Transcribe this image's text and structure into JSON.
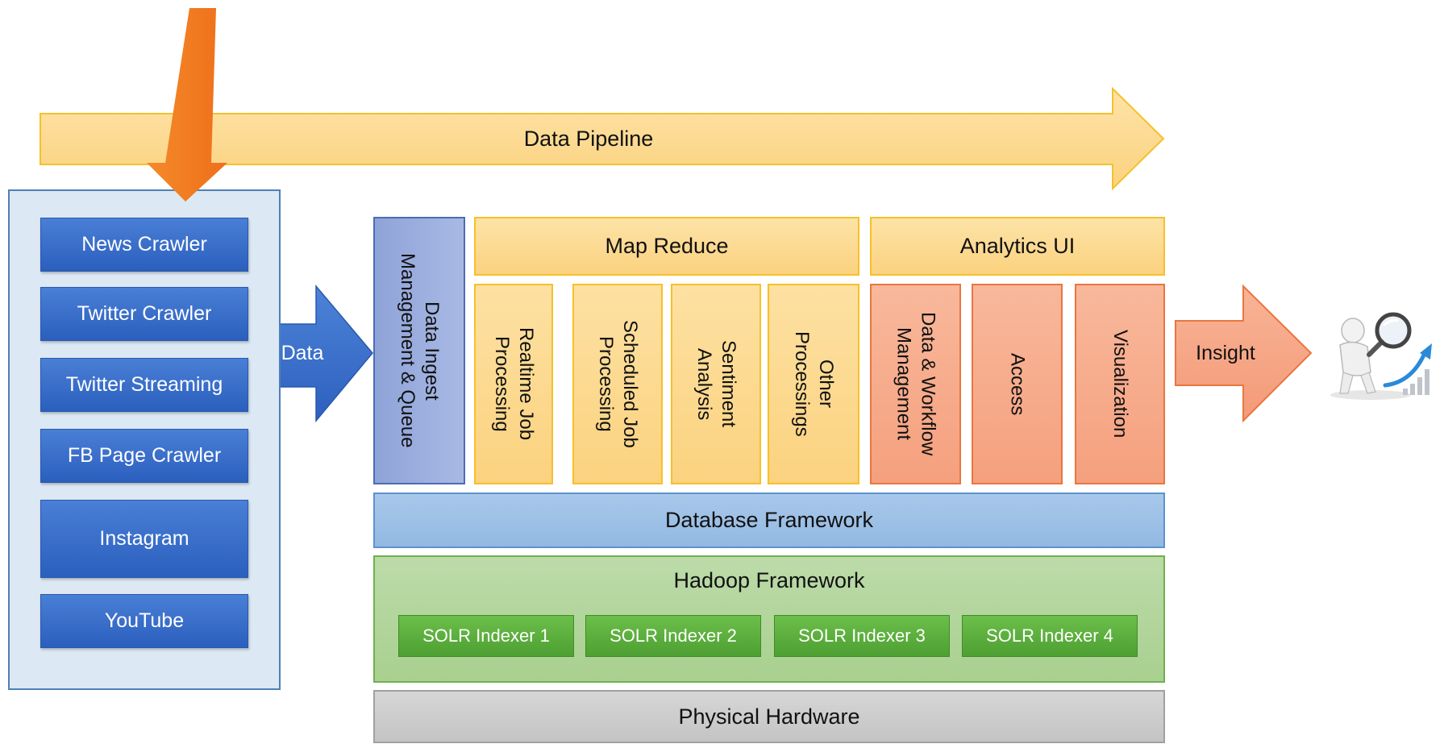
{
  "pipeline": {
    "label": "Data Pipeline"
  },
  "sources": [
    {
      "label": "News Crawler"
    },
    {
      "label": "Twitter Crawler"
    },
    {
      "label": "Twitter Streaming"
    },
    {
      "label": "FB Page Crawler"
    },
    {
      "label": "Instagram"
    },
    {
      "label": "YouTube"
    }
  ],
  "data_arrow": {
    "label": "Data"
  },
  "ingest": {
    "label": "Data Ingest\nManagement & Queue"
  },
  "map_reduce": {
    "title": "Map Reduce",
    "items": [
      {
        "label": "Realtime Job\nProcessing"
      },
      {
        "label": "Scheduled Job\nProcessing"
      },
      {
        "label": "Sentiment\nAnalysis"
      },
      {
        "label": "Other\nProcessings"
      }
    ]
  },
  "analytics_ui": {
    "title": "Analytics UI",
    "items": [
      {
        "label": "Data & Workflow\nManagement"
      },
      {
        "label": "Access"
      },
      {
        "label": "Visualization"
      }
    ]
  },
  "insight_arrow": {
    "label": "Insight"
  },
  "database": {
    "label": "Database Framework"
  },
  "hadoop": {
    "title": "Hadoop Framework",
    "indexers": [
      {
        "label": "SOLR Indexer 1"
      },
      {
        "label": "SOLR Indexer 2"
      },
      {
        "label": "SOLR Indexer 3"
      },
      {
        "label": "SOLR Indexer 4"
      }
    ]
  },
  "hardware": {
    "label": "Physical Hardware"
  },
  "colors": {
    "pipeline": "#fdd88a",
    "orange_arrow": "#f07c22",
    "source_blue": "#3a6fcc",
    "map_reduce": "#fcd88e",
    "analytics": "#f6a987",
    "database": "#9dc3e6",
    "hadoop": "#b4d69e",
    "solr": "#5cb13e",
    "hardware": "#cfcfcf"
  }
}
